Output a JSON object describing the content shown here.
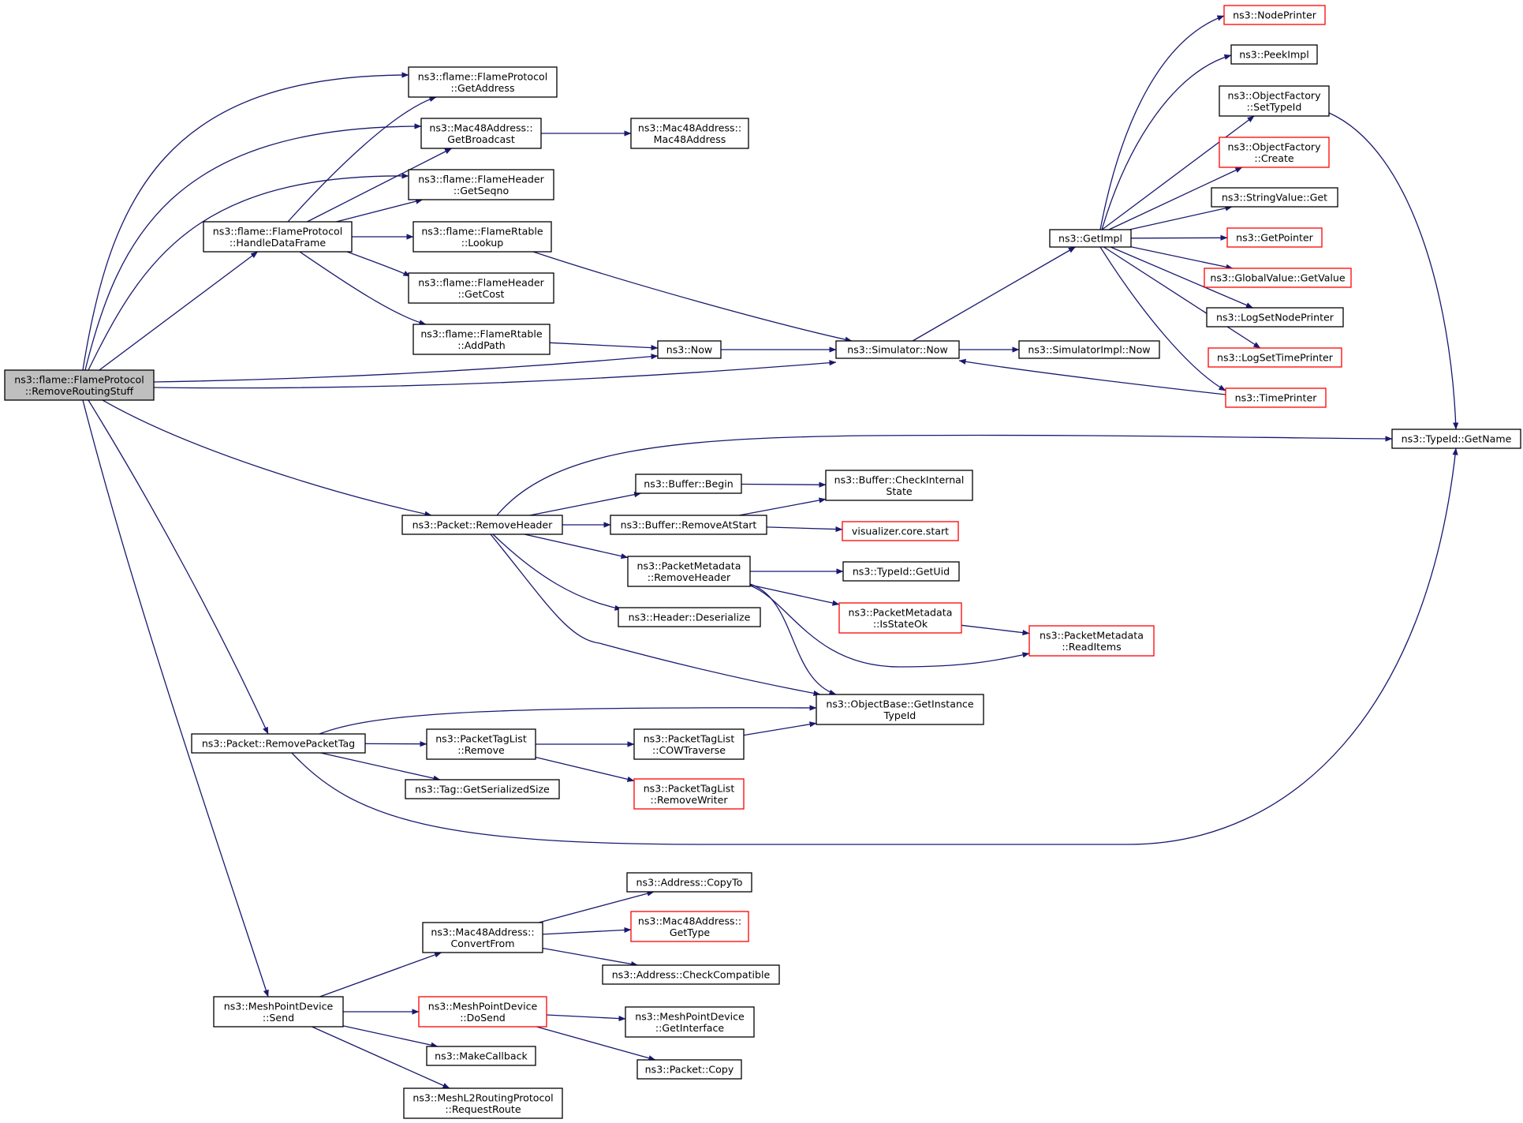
{
  "graph": {
    "colors": {
      "edge": "#191970",
      "node_border": "#000000",
      "node_border_truncated": "#ff0000",
      "root_fill": "#bfbfbf",
      "node_fill": "#ffffff"
    },
    "nodes": [
      {
        "id": "root",
        "lines": [
          "ns3::flame::FlameProtocol",
          "::RemoveRoutingStuff"
        ],
        "border": "black",
        "root": true
      },
      {
        "id": "fp_getaddr",
        "lines": [
          "ns3::flame::FlameProtocol",
          "::GetAddress"
        ],
        "border": "black"
      },
      {
        "id": "mac_bcast",
        "lines": [
          "ns3::Mac48Address::",
          "GetBroadcast"
        ],
        "border": "black"
      },
      {
        "id": "mac_ctor",
        "lines": [
          "ns3::Mac48Address::",
          "Mac48Address"
        ],
        "border": "black"
      },
      {
        "id": "fh_seqno",
        "lines": [
          "ns3::flame::FlameHeader",
          "::GetSeqno"
        ],
        "border": "black"
      },
      {
        "id": "fp_handle",
        "lines": [
          "ns3::flame::FlameProtocol",
          "::HandleDataFrame"
        ],
        "border": "black"
      },
      {
        "id": "fr_lookup",
        "lines": [
          "ns3::flame::FlameRtable",
          "::Lookup"
        ],
        "border": "black"
      },
      {
        "id": "fh_cost",
        "lines": [
          "ns3::flame::FlameHeader",
          "::GetCost"
        ],
        "border": "black"
      },
      {
        "id": "fr_addpath",
        "lines": [
          "ns3::flame::FlameRtable",
          "::AddPath"
        ],
        "border": "black"
      },
      {
        "id": "now",
        "lines": [
          "ns3::Now"
        ],
        "border": "black"
      },
      {
        "id": "sim_now",
        "lines": [
          "ns3::Simulator::Now"
        ],
        "border": "black"
      },
      {
        "id": "simimpl_now",
        "lines": [
          "ns3::SimulatorImpl::Now"
        ],
        "border": "black"
      },
      {
        "id": "getimpl",
        "lines": [
          "ns3::GetImpl"
        ],
        "border": "black"
      },
      {
        "id": "nodeprinter",
        "lines": [
          "ns3::NodePrinter"
        ],
        "border": "red"
      },
      {
        "id": "peekimpl",
        "lines": [
          "ns3::PeekImpl"
        ],
        "border": "black"
      },
      {
        "id": "of_settypeid",
        "lines": [
          "ns3::ObjectFactory",
          "::SetTypeId"
        ],
        "border": "black"
      },
      {
        "id": "of_create",
        "lines": [
          "ns3::ObjectFactory",
          "::Create"
        ],
        "border": "red"
      },
      {
        "id": "sv_get",
        "lines": [
          "ns3::StringValue::Get"
        ],
        "border": "black"
      },
      {
        "id": "getpointer",
        "lines": [
          "ns3::GetPointer"
        ],
        "border": "red"
      },
      {
        "id": "gv_getvalue",
        "lines": [
          "ns3::GlobalValue::GetValue"
        ],
        "border": "red"
      },
      {
        "id": "logsetnode",
        "lines": [
          "ns3::LogSetNodePrinter"
        ],
        "border": "black"
      },
      {
        "id": "logsettime",
        "lines": [
          "ns3::LogSetTimePrinter"
        ],
        "border": "red"
      },
      {
        "id": "timeprinter",
        "lines": [
          "ns3::TimePrinter"
        ],
        "border": "red"
      },
      {
        "id": "typeid_getname",
        "lines": [
          "ns3::TypeId::GetName"
        ],
        "border": "black"
      },
      {
        "id": "pkt_removeheader",
        "lines": [
          "ns3::Packet::RemoveHeader"
        ],
        "border": "black"
      },
      {
        "id": "buf_begin",
        "lines": [
          "ns3::Buffer::Begin"
        ],
        "border": "black"
      },
      {
        "id": "buf_check",
        "lines": [
          "ns3::Buffer::CheckInternal",
          "State"
        ],
        "border": "black"
      },
      {
        "id": "buf_removeatstart",
        "lines": [
          "ns3::Buffer::RemoveAtStart"
        ],
        "border": "black"
      },
      {
        "id": "viz_start",
        "lines": [
          "visualizer.core.start"
        ],
        "border": "red"
      },
      {
        "id": "pm_removeheader",
        "lines": [
          "ns3::PacketMetadata",
          "::RemoveHeader"
        ],
        "border": "black"
      },
      {
        "id": "typeid_getuid",
        "lines": [
          "ns3::TypeId::GetUid"
        ],
        "border": "black"
      },
      {
        "id": "pm_isstateok",
        "lines": [
          "ns3::PacketMetadata",
          "::IsStateOk"
        ],
        "border": "red"
      },
      {
        "id": "pm_readitems",
        "lines": [
          "ns3::PacketMetadata",
          "::ReadItems"
        ],
        "border": "red"
      },
      {
        "id": "hdr_deserialize",
        "lines": [
          "ns3::Header::Deserialize"
        ],
        "border": "black"
      },
      {
        "id": "ob_getinst",
        "lines": [
          "ns3::ObjectBase::GetInstance",
          "TypeId"
        ],
        "border": "black"
      },
      {
        "id": "pkt_removetag",
        "lines": [
          "ns3::Packet::RemovePacketTag"
        ],
        "border": "black"
      },
      {
        "id": "ptl_remove",
        "lines": [
          "ns3::PacketTagList",
          "::Remove"
        ],
        "border": "black"
      },
      {
        "id": "ptl_cow",
        "lines": [
          "ns3::PacketTagList",
          "::COWTraverse"
        ],
        "border": "black"
      },
      {
        "id": "ptl_removewriter",
        "lines": [
          "ns3::PacketTagList",
          "::RemoveWriter"
        ],
        "border": "red"
      },
      {
        "id": "tag_size",
        "lines": [
          "ns3::Tag::GetSerializedSize"
        ],
        "border": "black"
      },
      {
        "id": "addr_copyto",
        "lines": [
          "ns3::Address::CopyTo"
        ],
        "border": "black"
      },
      {
        "id": "mac_convert",
        "lines": [
          "ns3::Mac48Address::",
          "ConvertFrom"
        ],
        "border": "black"
      },
      {
        "id": "mac_gettype",
        "lines": [
          "ns3::Mac48Address::",
          "GetType"
        ],
        "border": "red"
      },
      {
        "id": "addr_check",
        "lines": [
          "ns3::Address::CheckCompatible"
        ],
        "border": "black"
      },
      {
        "id": "mpd_send",
        "lines": [
          "ns3::MeshPointDevice",
          "::Send"
        ],
        "border": "black"
      },
      {
        "id": "mpd_dosend",
        "lines": [
          "ns3::MeshPointDevice",
          "::DoSend"
        ],
        "border": "red"
      },
      {
        "id": "mpd_getif",
        "lines": [
          "ns3::MeshPointDevice",
          "::GetInterface"
        ],
        "border": "black"
      },
      {
        "id": "makecallback",
        "lines": [
          "ns3::MakeCallback"
        ],
        "border": "black"
      },
      {
        "id": "pkt_copy",
        "lines": [
          "ns3::Packet::Copy"
        ],
        "border": "black"
      },
      {
        "id": "ml2_reqroute",
        "lines": [
          "ns3::MeshL2RoutingProtocol",
          "::RequestRoute"
        ],
        "border": "black"
      }
    ],
    "edges": [
      [
        "root",
        "fp_getaddr"
      ],
      [
        "root",
        "mac_bcast"
      ],
      [
        "root",
        "fh_seqno"
      ],
      [
        "root",
        "fp_handle"
      ],
      [
        "root",
        "now"
      ],
      [
        "root",
        "sim_now"
      ],
      [
        "root",
        "pkt_removeheader"
      ],
      [
        "root",
        "pkt_removetag"
      ],
      [
        "root",
        "mpd_send"
      ],
      [
        "fp_handle",
        "fp_getaddr"
      ],
      [
        "fp_handle",
        "mac_bcast"
      ],
      [
        "fp_handle",
        "fh_seqno"
      ],
      [
        "fp_handle",
        "fr_lookup"
      ],
      [
        "fp_handle",
        "fh_cost"
      ],
      [
        "fp_handle",
        "fr_addpath"
      ],
      [
        "mac_bcast",
        "mac_ctor"
      ],
      [
        "fr_lookup",
        "sim_now"
      ],
      [
        "fr_addpath",
        "now"
      ],
      [
        "now",
        "sim_now"
      ],
      [
        "sim_now",
        "getimpl"
      ],
      [
        "sim_now",
        "simimpl_now"
      ],
      [
        "getimpl",
        "nodeprinter"
      ],
      [
        "getimpl",
        "peekimpl"
      ],
      [
        "getimpl",
        "of_settypeid"
      ],
      [
        "getimpl",
        "of_create"
      ],
      [
        "getimpl",
        "sv_get"
      ],
      [
        "getimpl",
        "getpointer"
      ],
      [
        "getimpl",
        "gv_getvalue"
      ],
      [
        "getimpl",
        "logsetnode"
      ],
      [
        "getimpl",
        "logsettime"
      ],
      [
        "getimpl",
        "timeprinter"
      ],
      [
        "timeprinter",
        "sim_now"
      ],
      [
        "of_settypeid",
        "typeid_getname"
      ],
      [
        "pkt_removeheader",
        "typeid_getname"
      ],
      [
        "pkt_removeheader",
        "buf_begin"
      ],
      [
        "pkt_removeheader",
        "buf_removeatstart"
      ],
      [
        "pkt_removeheader",
        "pm_removeheader"
      ],
      [
        "pkt_removeheader",
        "hdr_deserialize"
      ],
      [
        "pkt_removeheader",
        "ob_getinst"
      ],
      [
        "buf_begin",
        "buf_check"
      ],
      [
        "buf_removeatstart",
        "buf_check"
      ],
      [
        "buf_removeatstart",
        "viz_start"
      ],
      [
        "pm_removeheader",
        "typeid_getuid"
      ],
      [
        "pm_removeheader",
        "pm_isstateok"
      ],
      [
        "pm_removeheader",
        "pm_readitems"
      ],
      [
        "pm_removeheader",
        "ob_getinst"
      ],
      [
        "pm_isstateok",
        "pm_readitems"
      ],
      [
        "pkt_removetag",
        "ob_getinst"
      ],
      [
        "pkt_removetag",
        "ptl_remove"
      ],
      [
        "pkt_removetag",
        "tag_size"
      ],
      [
        "pkt_removetag",
        "typeid_getname"
      ],
      [
        "ptl_remove",
        "ptl_cow"
      ],
      [
        "ptl_remove",
        "ptl_removewriter"
      ],
      [
        "ptl_cow",
        "ob_getinst"
      ],
      [
        "mpd_send",
        "mac_convert"
      ],
      [
        "mpd_send",
        "mpd_dosend"
      ],
      [
        "mpd_send",
        "makecallback"
      ],
      [
        "mpd_send",
        "ml2_reqroute"
      ],
      [
        "mac_convert",
        "addr_copyto"
      ],
      [
        "mac_convert",
        "mac_gettype"
      ],
      [
        "mac_convert",
        "addr_check"
      ],
      [
        "mpd_dosend",
        "mpd_getif"
      ],
      [
        "mpd_dosend",
        "pkt_copy"
      ]
    ]
  }
}
